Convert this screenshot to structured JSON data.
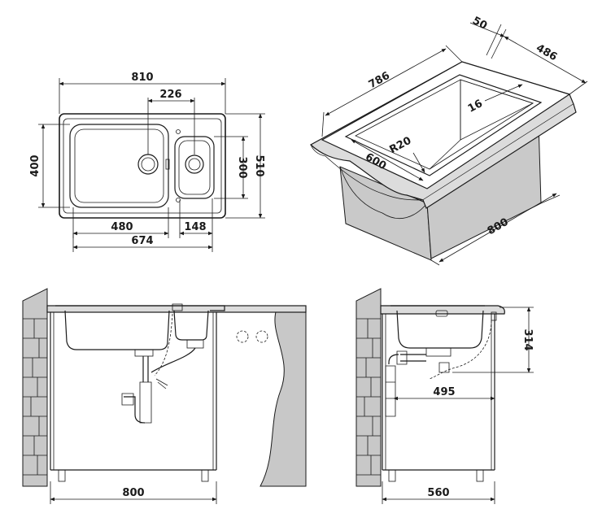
{
  "top_view": {
    "dim_overall_width": "810",
    "dim_small_bowl_spacing": "226",
    "dim_height_left": "400",
    "dim_small_bowl_height": "300",
    "dim_overall_depth": "510",
    "dim_main_bowl_width": "480",
    "dim_small_bowl_width": "148",
    "dim_bowls_total_width": "674"
  },
  "iso_view": {
    "dim_top_width": "786",
    "dim_thickness": "50",
    "dim_depth": "486",
    "dim_radius": "R20",
    "dim_rim": "16",
    "dim_inner_width": "600",
    "dim_cabinet_width": "800"
  },
  "front_view": {
    "dim_cabinet_width": "800"
  },
  "side_view": {
    "dim_bowl_depth": "314",
    "dim_drain_offset": "495",
    "dim_cabinet_depth": "560"
  }
}
